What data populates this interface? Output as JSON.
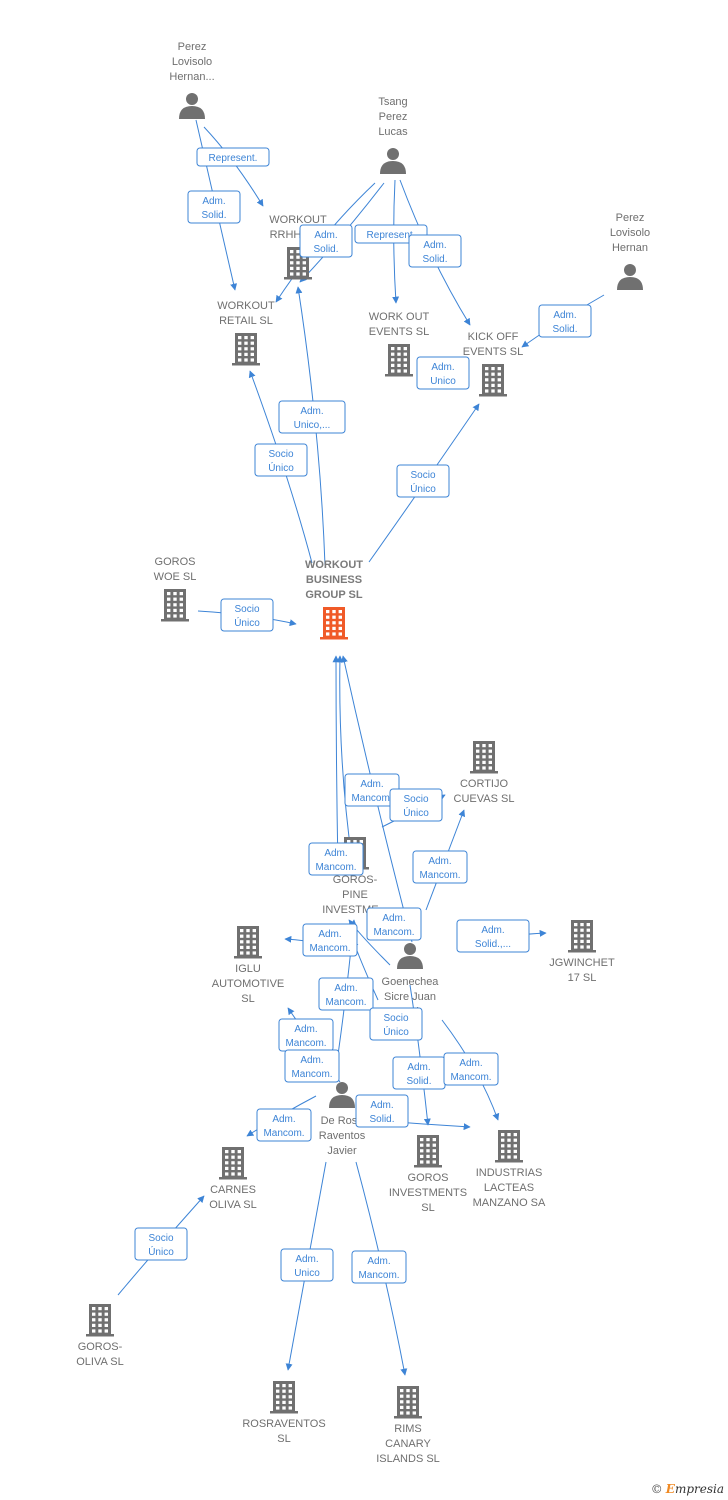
{
  "colors": {
    "edge": "#3d84d6",
    "node": "#707070",
    "focus": "#f05a28"
  },
  "nodes": [
    {
      "id": "perez1",
      "kind": "person",
      "lines": [
        "Perez",
        "Lovisolo",
        "Hernan..."
      ]
    },
    {
      "id": "tsang",
      "kind": "person",
      "lines": [
        "Tsang",
        "Perez",
        "Lucas"
      ]
    },
    {
      "id": "perez2",
      "kind": "person",
      "lines": [
        "Perez",
        "Lovisolo",
        "Hernan"
      ]
    },
    {
      "id": "rrhh",
      "kind": "company",
      "lines": [
        "WORKOUT",
        "RRHH ET..."
      ]
    },
    {
      "id": "retail",
      "kind": "company",
      "lines": [
        "WORKOUT",
        "RETAIL SL"
      ]
    },
    {
      "id": "events",
      "kind": "company",
      "lines": [
        "WORK OUT",
        "EVENTS SL"
      ]
    },
    {
      "id": "kickoff",
      "kind": "company",
      "lines": [
        "KICK OFF",
        "EVENTS SL"
      ]
    },
    {
      "id": "goroswoe",
      "kind": "company",
      "lines": [
        "GOROS",
        "WOE SL"
      ]
    },
    {
      "id": "workout",
      "kind": "focus",
      "lines": [
        "WORKOUT",
        "BUSINESS",
        "GROUP SL"
      ]
    },
    {
      "id": "cortijo",
      "kind": "company",
      "lines": [
        "CORTIJO",
        "CUEVAS SL"
      ]
    },
    {
      "id": "gorospine",
      "kind": "company",
      "lines": [
        "GOROS-",
        "PINE",
        "INVESTME..."
      ]
    },
    {
      "id": "iglu",
      "kind": "company",
      "lines": [
        "IGLU",
        "AUTOMOTIVE",
        "SL"
      ]
    },
    {
      "id": "jgwinchet",
      "kind": "company",
      "lines": [
        "JGWINCHET",
        "17 SL"
      ]
    },
    {
      "id": "goenechea",
      "kind": "person",
      "lines": [
        "Goenechea",
        "Sicre Juan",
        "...el"
      ]
    },
    {
      "id": "derosa",
      "kind": "person",
      "lines": [
        "De Rosa",
        "Raventos",
        "Javier"
      ]
    },
    {
      "id": "carnes",
      "kind": "company",
      "lines": [
        "CARNES",
        "OLIVA SL"
      ]
    },
    {
      "id": "gorosinv",
      "kind": "company",
      "lines": [
        "GOROS",
        "INVESTMENTS",
        "SL"
      ]
    },
    {
      "id": "lacteas",
      "kind": "company",
      "lines": [
        "INDUSTRIAS",
        "LACTEAS",
        "MANZANO SA"
      ]
    },
    {
      "id": "gorosoliva",
      "kind": "company",
      "lines": [
        "GOROS-",
        "OLIVA SL"
      ]
    },
    {
      "id": "rosraventos",
      "kind": "company",
      "lines": [
        "ROSRAVENTOS",
        "SL"
      ]
    },
    {
      "id": "rims",
      "kind": "company",
      "lines": [
        "RIMS",
        "CANARY",
        "ISLANDS SL"
      ]
    }
  ],
  "relations": [
    {
      "lines": [
        "Represent."
      ]
    },
    {
      "lines": [
        "Adm.",
        "Solid."
      ]
    },
    {
      "lines": [
        "Adm.",
        "Solid."
      ]
    },
    {
      "lines": [
        "Represent."
      ]
    },
    {
      "lines": [
        "Adm.",
        "Solid."
      ]
    },
    {
      "lines": [
        "Adm.",
        "Solid."
      ]
    },
    {
      "lines": [
        "Adm.",
        "Unico"
      ]
    },
    {
      "lines": [
        "Adm.",
        "Unico,..."
      ]
    },
    {
      "lines": [
        "Socio",
        "Único"
      ]
    },
    {
      "lines": [
        "Socio",
        "Único"
      ]
    },
    {
      "lines": [
        "Socio",
        "Único"
      ]
    },
    {
      "lines": [
        "Adm.",
        "Mancom."
      ]
    },
    {
      "lines": [
        "Socio",
        "Único"
      ]
    },
    {
      "lines": [
        "Adm.",
        "Mancom."
      ]
    },
    {
      "lines": [
        "Adm.",
        "Mancom."
      ]
    },
    {
      "lines": [
        "Adm.",
        "Mancom."
      ]
    },
    {
      "lines": [
        "Adm.",
        "Solid.,..."
      ]
    },
    {
      "lines": [
        "Adm.",
        "Mancom."
      ]
    },
    {
      "lines": [
        "Adm.",
        "Mancom."
      ]
    },
    {
      "lines": [
        "Socio",
        "Único"
      ]
    },
    {
      "lines": [
        "Adm.",
        "Mancom."
      ]
    },
    {
      "lines": [
        "Adm.",
        "Solid."
      ]
    },
    {
      "lines": [
        "Adm.",
        "Mancom."
      ]
    },
    {
      "lines": [
        "Adm.",
        "Solid."
      ]
    },
    {
      "lines": [
        "Adm.",
        "Mancom."
      ]
    },
    {
      "lines": [
        "Adm.",
        "Mancom."
      ]
    },
    {
      "lines": [
        "Socio",
        "Único"
      ]
    },
    {
      "lines": [
        "Adm.",
        "Unico"
      ]
    },
    {
      "lines": [
        "Adm.",
        "Mancom."
      ]
    }
  ],
  "footer": {
    "copyright": "©",
    "brand_initial": "E",
    "brand_rest": "mpresia"
  }
}
